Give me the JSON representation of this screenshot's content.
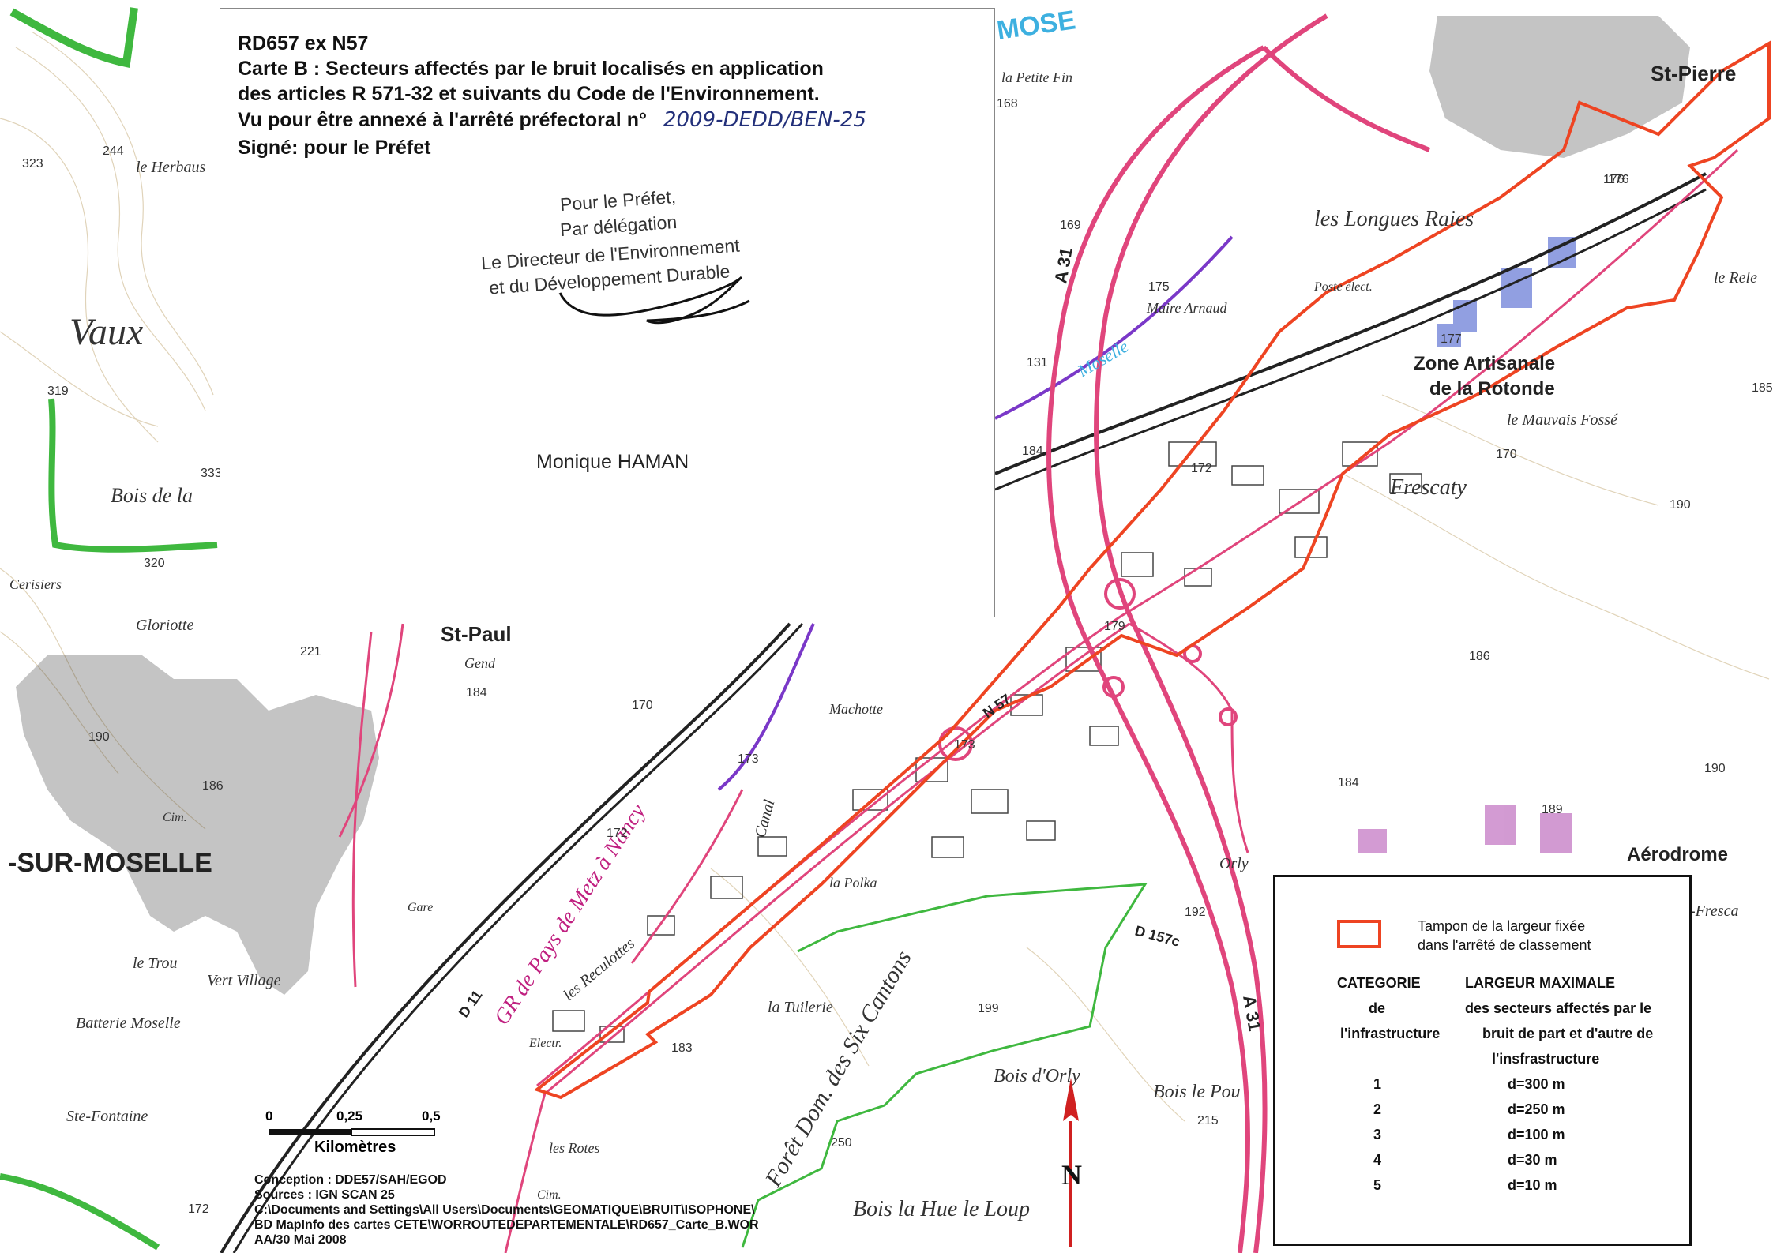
{
  "title_block": {
    "line1": "RD657 ex N57",
    "line2": "Carte B : Secteurs affectés par le bruit localisés en application",
    "line3": "des articles R 571-32 et suivants du Code de l'Environnement.",
    "line4": "Vu pour être annexé à l'arrêté préfectoral n°",
    "decree_number": "2009-DEDD/BEN-25",
    "line5": "Signé: pour le Préfet"
  },
  "stamp": {
    "line1": "Pour le Préfet,",
    "line2": "Par délégation",
    "line3": "Le Directeur de l'Environnement",
    "line4": "et du Développement Durable",
    "signer": "Monique HAMAN"
  },
  "legend": {
    "swatch_color": "#ee4422",
    "swatch_text_1": "Tampon de la largeur fixée",
    "swatch_text_2": "dans l'arrêté de classement",
    "col1_head_1": "CATEGORIE",
    "col1_head_2": "de",
    "col1_head_3": "l'infrastructure",
    "col2_head_1": "LARGEUR MAXIMALE",
    "col2_head_2": "des secteurs affectés par le",
    "col2_head_3": "bruit de part et d'autre de",
    "col2_head_4": "l'insfrastructure",
    "rows": [
      {
        "cat": "1",
        "width": "d=300 m"
      },
      {
        "cat": "2",
        "width": "d=250 m"
      },
      {
        "cat": "3",
        "width": "d=100 m"
      },
      {
        "cat": "4",
        "width": "d=30 m"
      },
      {
        "cat": "5",
        "width": "d=10 m"
      }
    ]
  },
  "scale": {
    "t0": "0",
    "t1": "0,25",
    "t2": "0,5",
    "unit": "Kilomètres"
  },
  "footer": {
    "line1": "Conception : DDE57/SAH/EGOD",
    "line2": "Sources : IGN SCAN 25",
    "line3": "C:\\Documents and Settings\\All Users\\Documents\\GEOMATIQUE\\BRUIT\\ISOPHONE\\",
    "line4": "BD MapInfo des cartes CETE\\WORROUTEDEPARTEMENTALE\\RD657_Carte_B.WOR",
    "line5": "AA/30 Mai 2008"
  },
  "north_label": "N",
  "map_labels": {
    "vaux": "Vaux",
    "le_herbaus": "le Herbaus",
    "bois_de_la": "Bois de la",
    "cerisiers": "Cerisiers",
    "gloriotte": "Gloriotte",
    "st_paul": "St-Paul",
    "gend": "Gend",
    "sur_moselle": "-SUR-MOSELLE",
    "machotte": "Machotte",
    "canal": "Canal",
    "gr_pays": "GR de Pays de Metz à Nancy",
    "les_reculottes": "les Reculottes",
    "la_polka": "la Polka",
    "la_tuilerie": "la Tuilerie",
    "foret_dom": "Forêt Dom. des Six Cantons",
    "bois_orly": "Bois d'Orly",
    "orly": "Orly",
    "bois_le_pou": "Bois le Pou",
    "bois_hue": "Bois la Hue le Loup",
    "le_trou": "le Trou",
    "vert_village": "Vert Village",
    "batterie_moselle": "Batterie Moselle",
    "ste_fontaine": "Ste-Fontaine",
    "les_rotes": "les Rotes",
    "moselle_top": "MOSE",
    "la_petite_fin": "la Petite Fin",
    "st_pierre": "St-Pierre",
    "les_longues_raies": "les Longues Raies",
    "maire_arnaud": "Maire Arnaud",
    "moselle_river": "Moselle",
    "zone_artisanale": "Zone Artisanale",
    "de_la_rotonde": "de la Rotonde",
    "le_mauvais_fosse": "le Mauvais Fossé",
    "frescaty": "Frescaty",
    "le_rele": "le Rele",
    "aerodrome": "Aérodrome",
    "frescaty2": "-Fresca",
    "a31_top": "A 31",
    "a31_bottom": "A 31",
    "n57": "N 57",
    "d157c": "D 157c",
    "d11": "D 11",
    "poste_elec": "Poste élect.",
    "electr": "Electr.",
    "gare": "Gare",
    "cim": "Cim.",
    "cim2": "Cim."
  },
  "elevations": [
    "244",
    "323",
    "319",
    "333",
    "320",
    "221",
    "184",
    "186",
    "190",
    "170",
    "173",
    "172",
    "179",
    "173",
    "169",
    "168",
    "131",
    "184",
    "185",
    "177",
    "176",
    "172",
    "170",
    "190",
    "186",
    "184",
    "189",
    "192",
    "199",
    "215",
    "183",
    "172",
    "250",
    "175",
    "176",
    "190"
  ]
}
